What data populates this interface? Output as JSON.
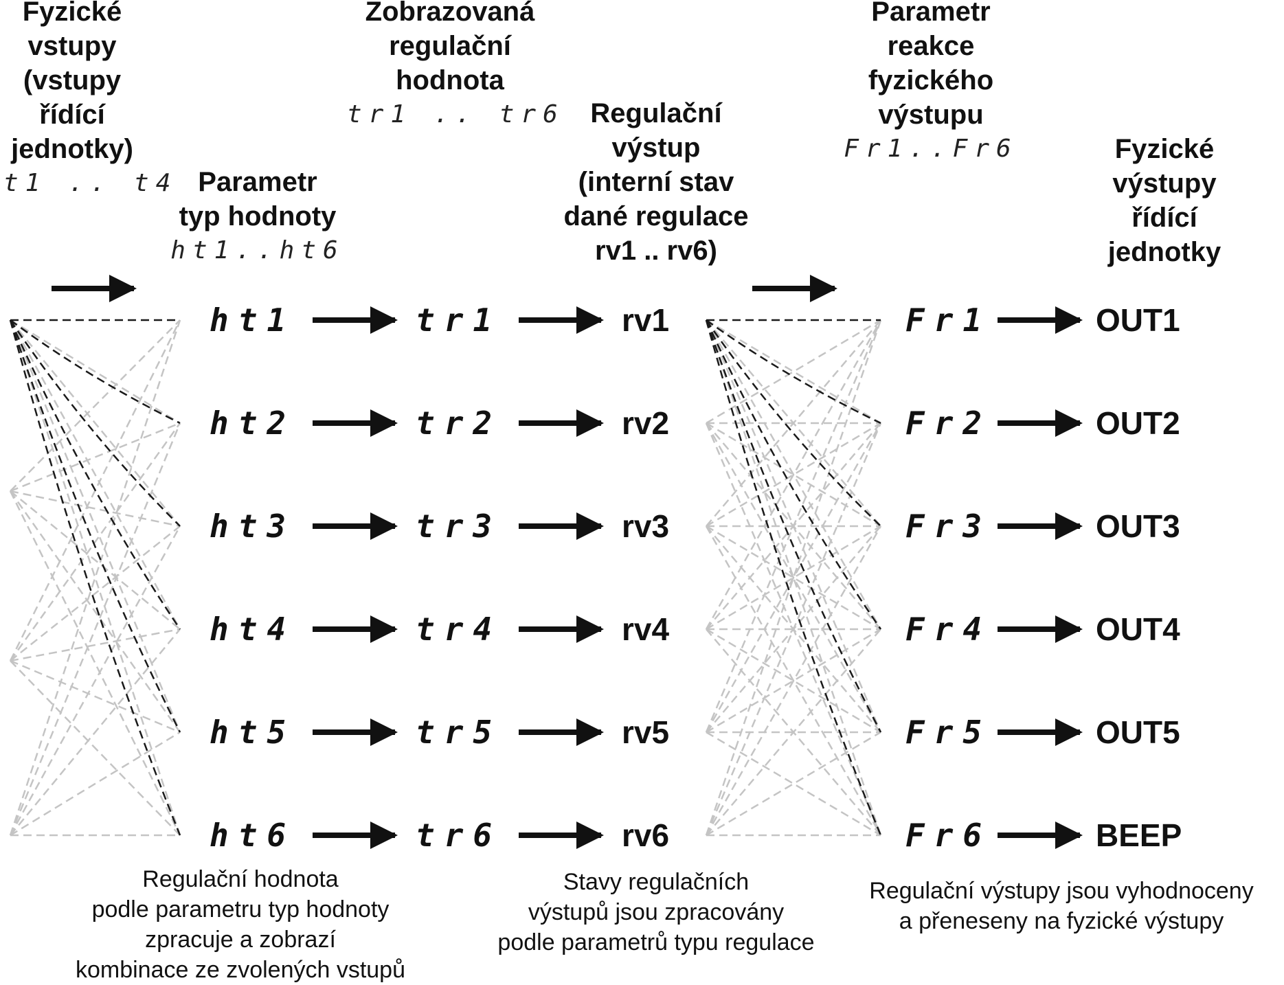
{
  "headers": {
    "inputs": {
      "lines": [
        "Fyzické",
        "vstupy",
        "(vstupy",
        "řídící",
        "jednotky)"
      ],
      "code": "t1 .. t4"
    },
    "value_type": {
      "lines": [
        "Parametr",
        "typ hodnoty"
      ],
      "code": "ht1..ht6"
    },
    "displayed_value": {
      "lines": [
        "Zobrazovaná",
        "regulační",
        "hodnota"
      ],
      "code": "tr1 .. tr6"
    },
    "reg_output": {
      "lines": [
        "Regulační",
        "výstup",
        "(interní stav",
        "dané regulace",
        "rv1 .. rv6)"
      ]
    },
    "reaction": {
      "lines": [
        "Parametr",
        "reakce",
        "fyzického",
        "výstupu"
      ],
      "code": "Fr1..Fr6"
    },
    "phys_outputs": {
      "lines": [
        "Fyzické",
        "výstupy",
        "řídící",
        "jednotky"
      ]
    }
  },
  "rows": [
    {
      "ht": "ht1",
      "tr": "tr1",
      "rv": "rv1",
      "fr": "Fr1",
      "out": "OUT1"
    },
    {
      "ht": "ht2",
      "tr": "tr2",
      "rv": "rv2",
      "fr": "Fr2",
      "out": "OUT2"
    },
    {
      "ht": "ht3",
      "tr": "tr3",
      "rv": "rv3",
      "fr": "Fr3",
      "out": "OUT3"
    },
    {
      "ht": "ht4",
      "tr": "tr4",
      "rv": "rv4",
      "fr": "Fr4",
      "out": "OUT4"
    },
    {
      "ht": "ht5",
      "tr": "tr5",
      "rv": "rv5",
      "fr": "Fr5",
      "out": "OUT5"
    },
    {
      "ht": "ht6",
      "tr": "tr6",
      "rv": "rv6",
      "fr": "Fr6",
      "out": "BEEP"
    }
  ],
  "captions": {
    "left": [
      "Regulační hodnota",
      "podle parametru typ hodnoty",
      "zpracuje a zobrazí",
      "kombinace ze zvolených vstupů"
    ],
    "middle": [
      "Stavy regulačních",
      "výstupů jsou zpracovány",
      "podle parametrů typu regulace"
    ],
    "right": [
      "Regulační výstupy jsou vyhodnoceny",
      "a přeneseny na fyzické výstupy"
    ]
  },
  "colors": {
    "ink": "#111111",
    "highlight_line": "#1a1a1a",
    "faint_line": "#c4c4c4"
  }
}
